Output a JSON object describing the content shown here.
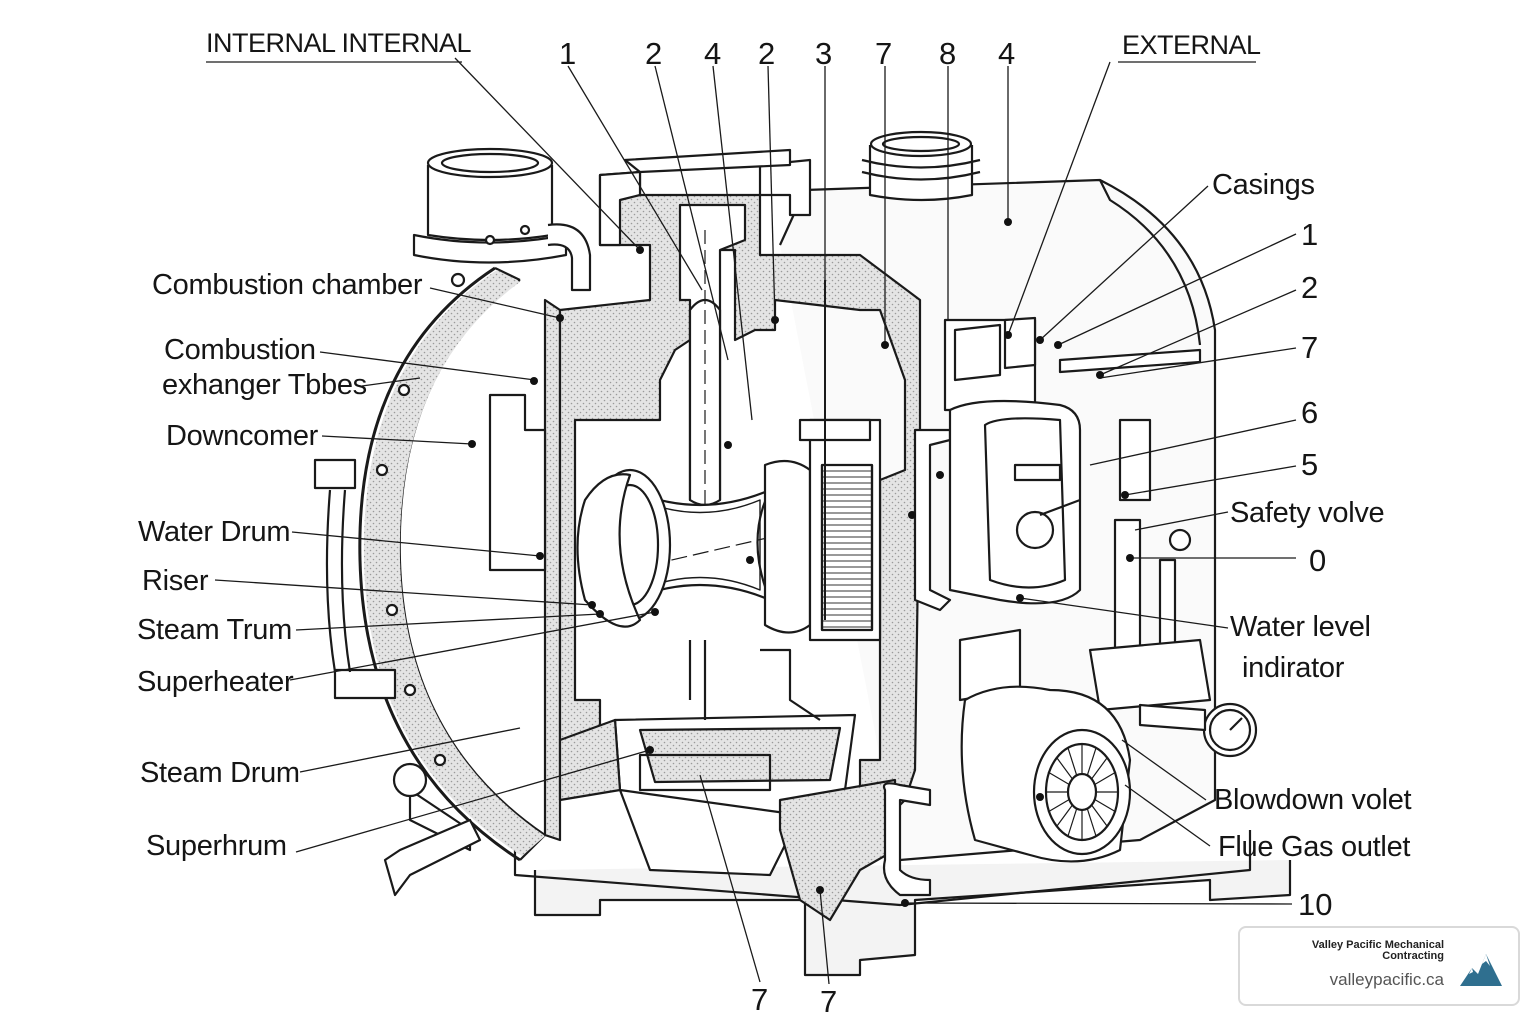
{
  "header": {
    "internal": "INTERNAL INTERNAL",
    "external": "EXTERNAL"
  },
  "top_numbers": [
    "1",
    "2",
    "4",
    "2",
    "3",
    "7",
    "8",
    "4"
  ],
  "left_labels": [
    "Combustion chamber",
    "Combustion",
    "exhanger Tbbes",
    "Downcomer",
    "Water Drum",
    "Riser",
    "Steam Trum",
    "Superheater",
    "Steam Drum",
    "Superhrum"
  ],
  "right_labels": {
    "casings": "Casings",
    "n1": "1",
    "n2": "2",
    "n7": "7",
    "n6": "6",
    "n5": "5",
    "safety": "Safety volve",
    "n0": "0",
    "water_level_1": "Water level",
    "water_level_2": "indirator",
    "blowdown": "Blowdown volet",
    "flue": "Flue Gas outlet",
    "n10": "10"
  },
  "bottom_numbers": [
    "7",
    "7"
  ],
  "badge": {
    "name": "Valley Pacific Mechanical Contracting",
    "url": "valleypacific.ca",
    "logo_icon": "mountain-logo-icon",
    "logo_color": "#2f6f8f"
  },
  "colors": {
    "ink": "#151515",
    "hatch": "#cfcfcf"
  }
}
